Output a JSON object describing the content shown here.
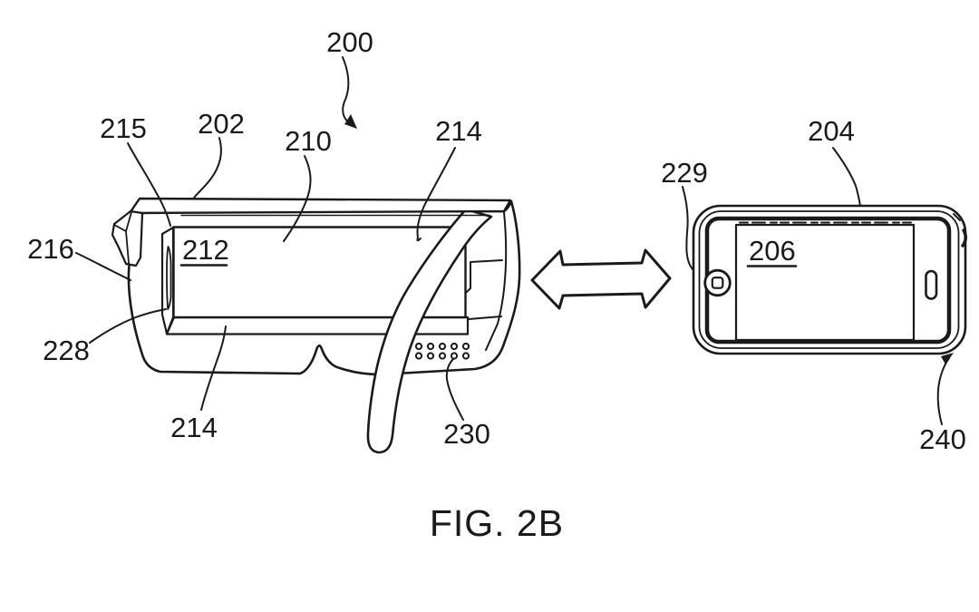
{
  "figure": {
    "caption": "FIG. 2B",
    "labels": {
      "n200": "200",
      "n202": "202",
      "n204": "204",
      "n206": "206",
      "n210": "210",
      "n212": "212",
      "n214_top": "214",
      "n214_bottom": "214",
      "n215": "215",
      "n216": "216",
      "n228": "228",
      "n229": "229",
      "n230": "230",
      "n240": "240"
    },
    "elements": {
      "left_device": "head-mounted-display",
      "right_device": "smartphone-landscape",
      "link": "bidirectional-arrow"
    },
    "colors": {
      "ink": "#1a1a1a",
      "paper": "#ffffff"
    }
  }
}
